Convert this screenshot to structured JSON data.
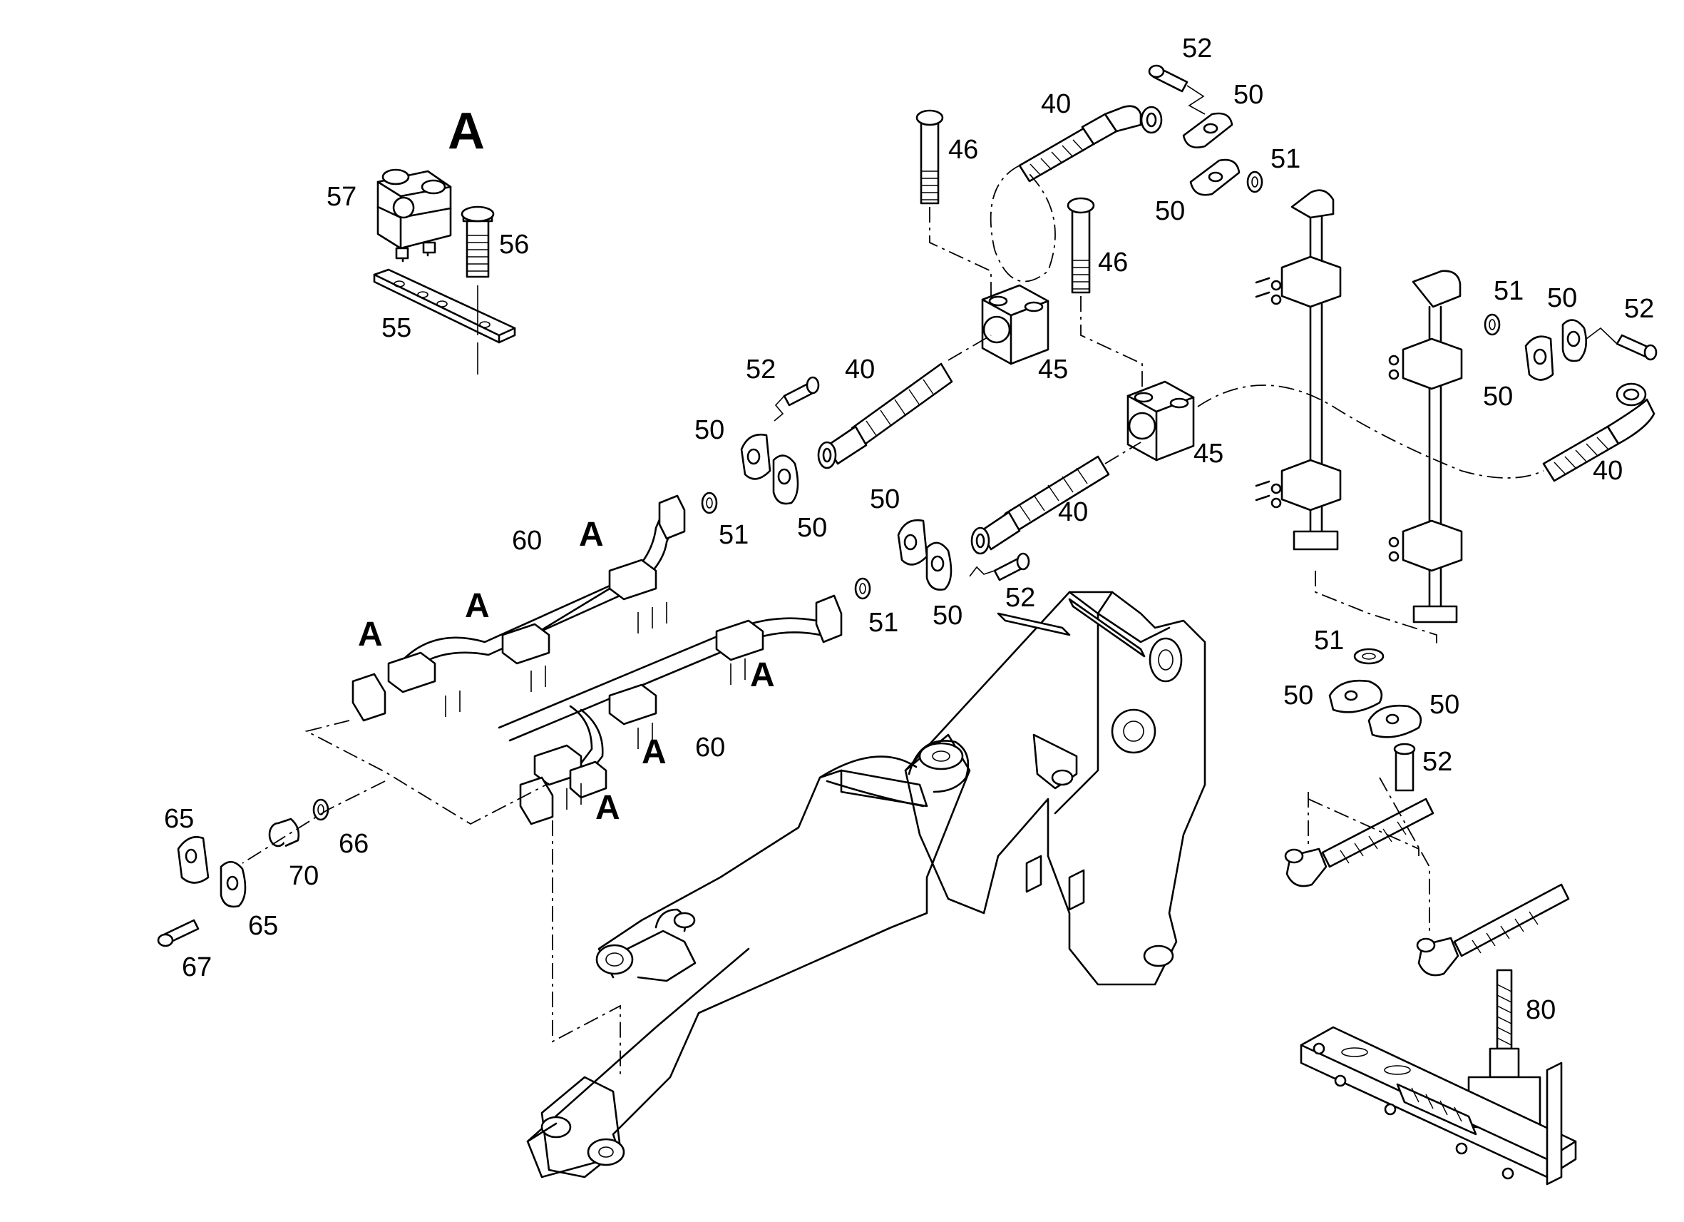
{
  "detail": {
    "title": "A"
  },
  "callouts": [
    "57",
    "56",
    "55",
    "46",
    "40",
    "52",
    "50",
    "51",
    "50",
    "46",
    "45",
    "52",
    "40",
    "50",
    "50",
    "51",
    "45",
    "50",
    "40",
    "51",
    "50",
    "52",
    "60",
    "60",
    "51",
    "52",
    "50",
    "40",
    "51",
    "50",
    "50",
    "52",
    "65",
    "70",
    "66",
    "65",
    "67",
    "80"
  ],
  "section_markers": [
    "A",
    "A",
    "A",
    "A",
    "A",
    "A"
  ]
}
